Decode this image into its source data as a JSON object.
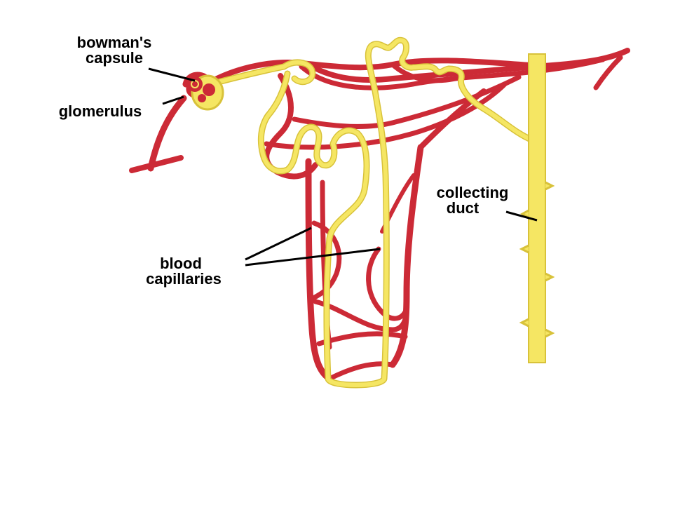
{
  "diagram": {
    "labels": {
      "bowmans_capsule": [
        "bowman's",
        "capsule"
      ],
      "glomerulus": "glomerulus",
      "collecting_duct": [
        "collecting",
        "duct"
      ],
      "blood_capillaries": [
        "blood",
        "capillaries"
      ]
    },
    "colors": {
      "blood_vessel": "#cc2a36",
      "tubule": "#f5e663",
      "tubule_outline": "#d8c23a",
      "label_line": "#000000",
      "background": "#ffffff"
    }
  }
}
